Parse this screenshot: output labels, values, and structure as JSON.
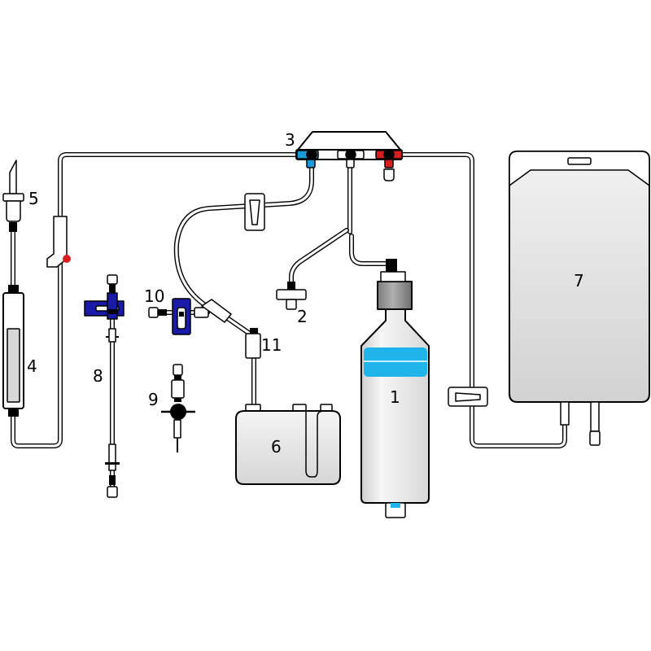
{
  "diagram": {
    "labels": {
      "bottle": "1",
      "filter": "2",
      "manifold": "3",
      "drip_chamber": "4",
      "spike": "5",
      "reservoir": "6",
      "bag": "7",
      "extension_line": "8",
      "valve_connector": "9",
      "stopcock": "10",
      "connector": "11"
    },
    "colors": {
      "stopcock_blue": "#1a9ad6",
      "stopcock_white": "#ffffff",
      "stopcock_red": "#d81e1e",
      "clamp_navy": "#1a1aa8",
      "fluid_cyan": "#1fb5ea",
      "bottle_fill": "#ececec",
      "bag_fill": "#e4e4e4",
      "cap_gray": "#909090",
      "outline": "#000000"
    }
  }
}
